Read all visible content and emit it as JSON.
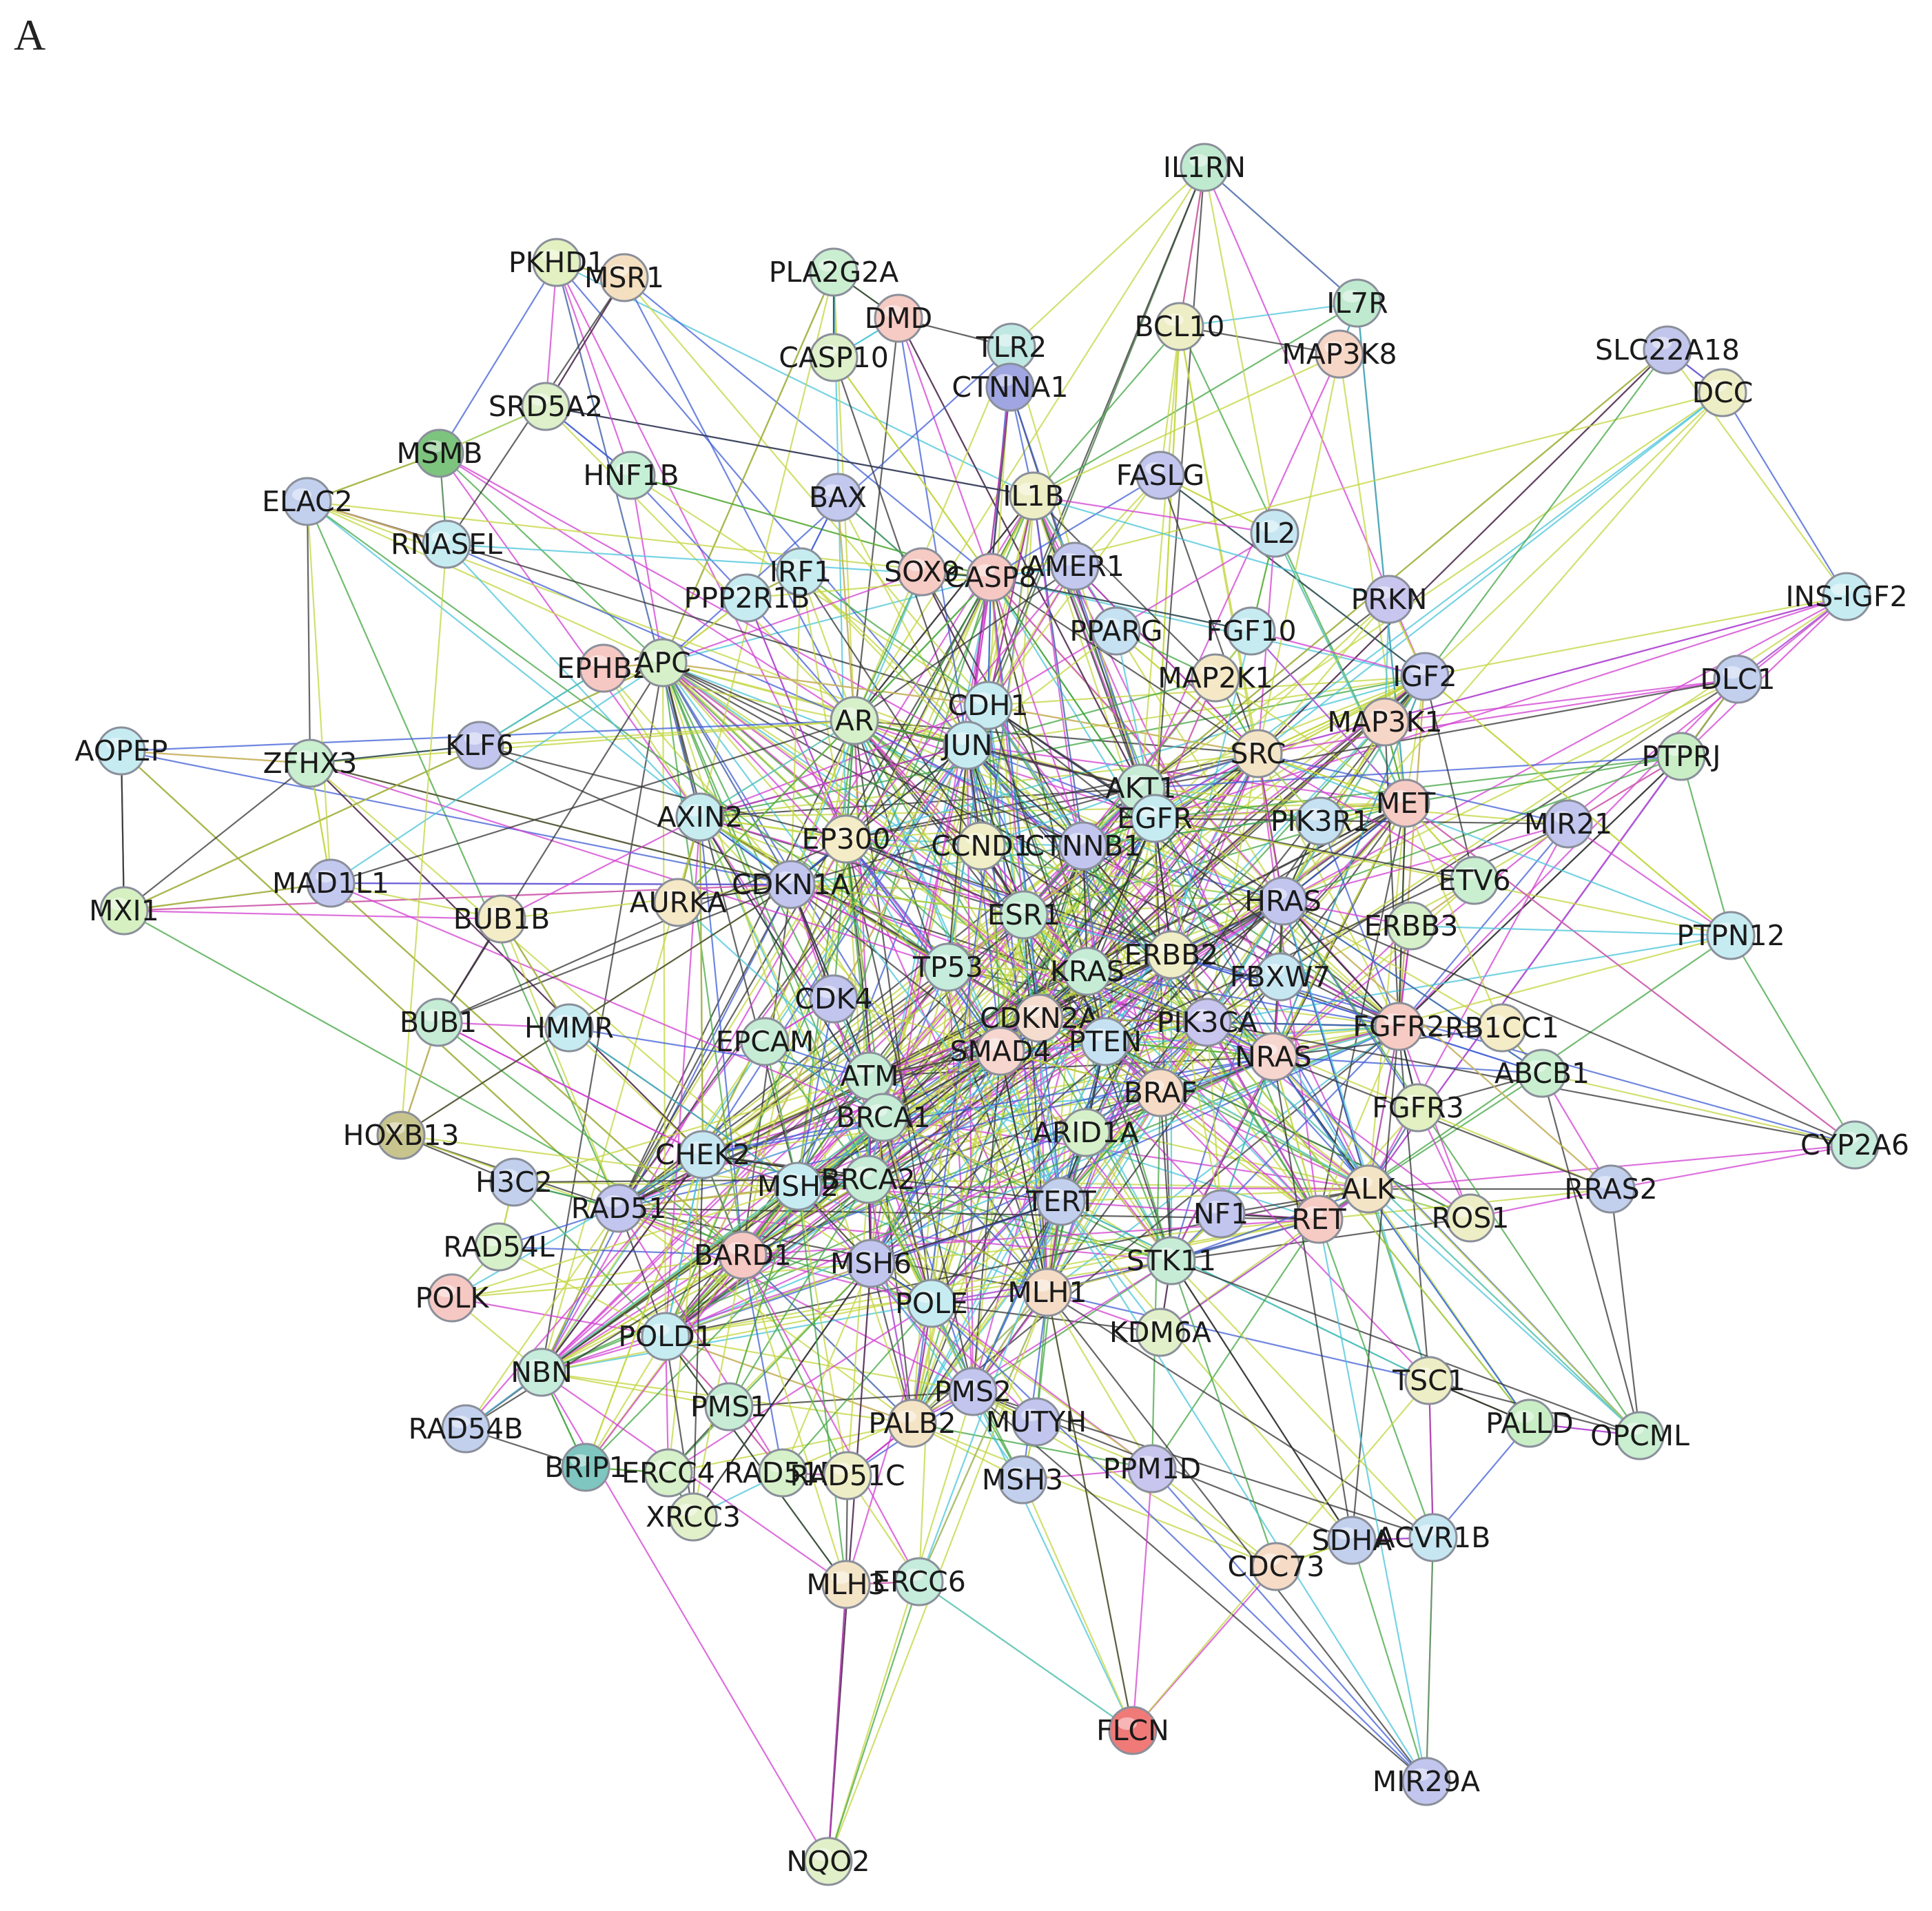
{
  "panel_label": "A",
  "nodes": [
    {
      "id": "IL1RN",
      "color": "#bfeacf"
    },
    {
      "id": "IL7R",
      "color": "#bfeacf"
    },
    {
      "id": "PKHD1",
      "color": "#e2f0c2"
    },
    {
      "id": "MSR1",
      "color": "#f4dfc0"
    },
    {
      "id": "PLA2G2A",
      "color": "#c9eed0"
    },
    {
      "id": "DMD",
      "color": "#f6cbc3"
    },
    {
      "id": "TLR2",
      "color": "#bfe8e3"
    },
    {
      "id": "BCL10",
      "color": "#eeeec6"
    },
    {
      "id": "MAP3K8",
      "color": "#f6d6c6"
    },
    {
      "id": "SLC22A18",
      "color": "#c2c6ec"
    },
    {
      "id": "DCC",
      "color": "#eeeec6"
    },
    {
      "id": "CASP10",
      "color": "#ddf0c9"
    },
    {
      "id": "CTNNA1",
      "color": "#9fa6e2"
    },
    {
      "id": "SRD5A2",
      "color": "#ddf0c9"
    },
    {
      "id": "MSMB",
      "color": "#7dc47e"
    },
    {
      "id": "HNF1B",
      "color": "#c6f0d6"
    },
    {
      "id": "ELAC2",
      "color": "#c2d0ee"
    },
    {
      "id": "BAX",
      "color": "#c2c8ee"
    },
    {
      "id": "IL1B",
      "color": "#eeeec6"
    },
    {
      "id": "FASLG",
      "color": "#c2c6ee"
    },
    {
      "id": "IL2",
      "color": "#c6e6f2"
    },
    {
      "id": "RNASEL",
      "color": "#c6ecf2"
    },
    {
      "id": "IRF1",
      "color": "#c6ecf0"
    },
    {
      "id": "SOX9",
      "color": "#f6cbc3"
    },
    {
      "id": "CASP8",
      "color": "#f6c8c3"
    },
    {
      "id": "AMER1",
      "color": "#c2c8ee"
    },
    {
      "id": "PPP2R1B",
      "color": "#c6ecf2"
    },
    {
      "id": "PRKN",
      "color": "#c8c6ee"
    },
    {
      "id": "INS-IGF2",
      "color": "#c6ecf2"
    },
    {
      "id": "PPARG",
      "color": "#c6e2f2"
    },
    {
      "id": "FGF10",
      "color": "#c6ecf2"
    },
    {
      "id": "EPHB2",
      "color": "#f6c8c3"
    },
    {
      "id": "APC",
      "color": "#d6f0c9"
    },
    {
      "id": "MAP2K1",
      "color": "#f4e8c6"
    },
    {
      "id": "IGF2",
      "color": "#c2c8ee"
    },
    {
      "id": "DLC1",
      "color": "#c2d0ee"
    },
    {
      "id": "AOPEP",
      "color": "#c6ecf2"
    },
    {
      "id": "ZFHX3",
      "color": "#c9eed0"
    },
    {
      "id": "KLF6",
      "color": "#c2c6ee"
    },
    {
      "id": "AR",
      "color": "#d6f0c9"
    },
    {
      "id": "CDH1",
      "color": "#c6ecf2"
    },
    {
      "id": "JUN",
      "color": "#c6ecf2"
    },
    {
      "id": "MAP3K1",
      "color": "#f6d6c6"
    },
    {
      "id": "SRC",
      "color": "#f4e4c6"
    },
    {
      "id": "PTPRJ",
      "color": "#c9eec6"
    },
    {
      "id": "AKT1",
      "color": "#c6ecd6"
    },
    {
      "id": "MET",
      "color": "#f6cbc3"
    },
    {
      "id": "AXIN2",
      "color": "#c6ecf0"
    },
    {
      "id": "EP300",
      "color": "#f4ecc6"
    },
    {
      "id": "CCND1",
      "color": "#f0eec6"
    },
    {
      "id": "CTNNB1",
      "color": "#c2c6ee"
    },
    {
      "id": "EGFR",
      "color": "#c6ecf2"
    },
    {
      "id": "PIK3R1",
      "color": "#c6e2f2"
    },
    {
      "id": "MIR21",
      "color": "#c2c6ee"
    },
    {
      "id": "MXI1",
      "color": "#d6f0c2"
    },
    {
      "id": "MAD1L1",
      "color": "#c2c8ee"
    },
    {
      "id": "CDKN1A",
      "color": "#c2c6ee"
    },
    {
      "id": "ETV6",
      "color": "#c9eed0"
    },
    {
      "id": "BUB1B",
      "color": "#f4ecc6"
    },
    {
      "id": "AURKA",
      "color": "#f4e8c6"
    },
    {
      "id": "HRAS",
      "color": "#c2c6ee"
    },
    {
      "id": "ESR1",
      "color": "#c6ecd6"
    },
    {
      "id": "ERBB3",
      "color": "#d6f0c9"
    },
    {
      "id": "PTPN12",
      "color": "#c6ecf2"
    },
    {
      "id": "TP53",
      "color": "#c6ecdc"
    },
    {
      "id": "ERBB2",
      "color": "#f0eec6"
    },
    {
      "id": "FBXW7",
      "color": "#c6e6f2"
    },
    {
      "id": "KRAS",
      "color": "#c6ecd6"
    },
    {
      "id": "CDK4",
      "color": "#c2c6ee"
    },
    {
      "id": "BUB1",
      "color": "#c6ecd6"
    },
    {
      "id": "HMMR",
      "color": "#c6ecf2"
    },
    {
      "id": "CDKN2A",
      "color": "#f4dccf"
    },
    {
      "id": "PIK3CA",
      "color": "#c8c6ee"
    },
    {
      "id": "FGFR2",
      "color": "#f6cbc3"
    },
    {
      "id": "RB1CC1",
      "color": "#f4ecc6"
    },
    {
      "id": "EPCAM",
      "color": "#c6ecd6"
    },
    {
      "id": "SMAD4",
      "color": "#f6d6cf"
    },
    {
      "id": "PTEN",
      "color": "#c6e2f2"
    },
    {
      "id": "NRAS",
      "color": "#f6d6cf"
    },
    {
      "id": "ABCB1",
      "color": "#c9eed0"
    },
    {
      "id": "ATM",
      "color": "#c6ecd6"
    },
    {
      "id": "BRAF",
      "color": "#f6dcc6"
    },
    {
      "id": "FGFR3",
      "color": "#e2f0c2"
    },
    {
      "id": "HOXB13",
      "color": "#c8c48e"
    },
    {
      "id": "BRCA1",
      "color": "#c6ecd6"
    },
    {
      "id": "ARID1A",
      "color": "#d6f0c9"
    },
    {
      "id": "CYP2A6",
      "color": "#c6ecdc"
    },
    {
      "id": "CHEK2",
      "color": "#c6e6f2"
    },
    {
      "id": "H3C2",
      "color": "#c2d0ee"
    },
    {
      "id": "RAD51",
      "color": "#c2c6ee"
    },
    {
      "id": "MSH2",
      "color": "#c6ecf2"
    },
    {
      "id": "BRCA2",
      "color": "#c6ecd6"
    },
    {
      "id": "TERT",
      "color": "#c2d0ee"
    },
    {
      "id": "NF1",
      "color": "#c2c6ee"
    },
    {
      "id": "RET",
      "color": "#f6cbc3"
    },
    {
      "id": "ALK",
      "color": "#f4e4c6"
    },
    {
      "id": "ROS1",
      "color": "#eeeec6"
    },
    {
      "id": "RRAS2",
      "color": "#c2d0ee"
    },
    {
      "id": "RAD54L",
      "color": "#d6f0c9"
    },
    {
      "id": "BARD1",
      "color": "#f6c8c3"
    },
    {
      "id": "MSH6",
      "color": "#c2c6ee"
    },
    {
      "id": "STK11",
      "color": "#c6ecd6"
    },
    {
      "id": "POLK",
      "color": "#f6c8c3"
    },
    {
      "id": "POLE",
      "color": "#c6ecf2"
    },
    {
      "id": "MLH1",
      "color": "#f4dcc6"
    },
    {
      "id": "KDM6A",
      "color": "#e2f0c9"
    },
    {
      "id": "POLD1",
      "color": "#c6ecf2"
    },
    {
      "id": "NBN",
      "color": "#c6ecdc"
    },
    {
      "id": "PMS2",
      "color": "#c2c6ee"
    },
    {
      "id": "TSC1",
      "color": "#eeeec6"
    },
    {
      "id": "PMS1",
      "color": "#c6ecd6"
    },
    {
      "id": "PALLD",
      "color": "#c9eec6"
    },
    {
      "id": "OPCML",
      "color": "#c9eed0"
    },
    {
      "id": "RAD54B",
      "color": "#c2d0ee"
    },
    {
      "id": "PALB2",
      "color": "#f4e4c6"
    },
    {
      "id": "MUTYH",
      "color": "#c2c6ee"
    },
    {
      "id": "BRIP1",
      "color": "#7ec6bf"
    },
    {
      "id": "ERCC4",
      "color": "#d6f0c9"
    },
    {
      "id": "RAD51D",
      "color": "#d6f0c9"
    },
    {
      "id": "RAD51C",
      "color": "#eeeec6"
    },
    {
      "id": "PPM1D",
      "color": "#c8c6ee"
    },
    {
      "id": "MSH3",
      "color": "#c2d0ee"
    },
    {
      "id": "XRCC3",
      "color": "#e2f0c9"
    },
    {
      "id": "SDHA",
      "color": "#c2d0ee"
    },
    {
      "id": "ACVR1B",
      "color": "#c6e6f2"
    },
    {
      "id": "CDC73",
      "color": "#f6dcc6"
    },
    {
      "id": "MLH3",
      "color": "#f4e4c6"
    },
    {
      "id": "ERCC6",
      "color": "#c6ecdc"
    },
    {
      "id": "FLCN",
      "color": "#f07a78"
    },
    {
      "id": "MIR29A",
      "color": "#c2c6ee"
    },
    {
      "id": "NQO2",
      "color": "#e2f0c9"
    }
  ]
}
